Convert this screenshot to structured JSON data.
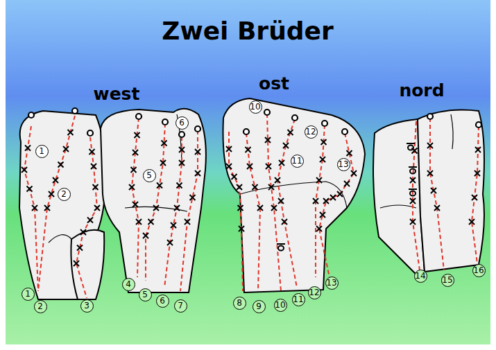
{
  "diagram": {
    "title": "Zwei Brüder",
    "labels": [
      "west",
      "ost",
      "nord",
      "1",
      "2",
      "5",
      "6",
      "10",
      "11",
      "12",
      "13",
      "1",
      "2",
      "3",
      "4",
      "5",
      "6",
      "7",
      "8",
      "9",
      "10",
      "11",
      "12",
      "13",
      "14",
      "15",
      "16"
    ]
  }
}
